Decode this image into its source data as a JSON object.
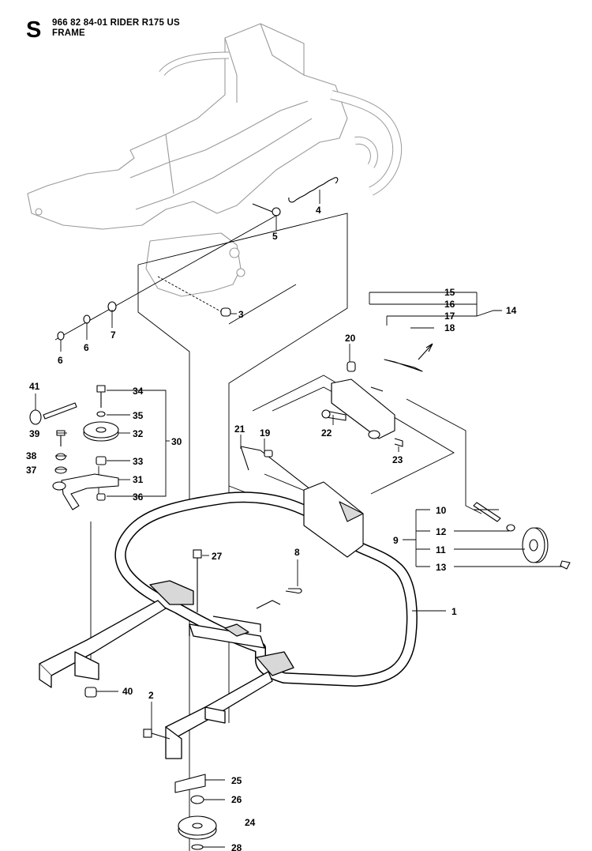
{
  "header": {
    "section_letter": "S",
    "line1": "966 82 84-01 RIDER R175 US",
    "line2": "FRAME"
  },
  "callouts": [
    {
      "id": "c1",
      "label": "1"
    },
    {
      "id": "c2",
      "label": "2"
    },
    {
      "id": "c3",
      "label": "3"
    },
    {
      "id": "c4",
      "label": "4"
    },
    {
      "id": "c5",
      "label": "5"
    },
    {
      "id": "c6a",
      "label": "6"
    },
    {
      "id": "c6b",
      "label": "6"
    },
    {
      "id": "c7",
      "label": "7"
    },
    {
      "id": "c8",
      "label": "8"
    },
    {
      "id": "c9",
      "label": "9"
    },
    {
      "id": "c10",
      "label": "10"
    },
    {
      "id": "c11",
      "label": "11"
    },
    {
      "id": "c12",
      "label": "12"
    },
    {
      "id": "c13",
      "label": "13"
    },
    {
      "id": "c14",
      "label": "14"
    },
    {
      "id": "c15",
      "label": "15"
    },
    {
      "id": "c16",
      "label": "16"
    },
    {
      "id": "c17",
      "label": "17"
    },
    {
      "id": "c18",
      "label": "18"
    },
    {
      "id": "c19",
      "label": "19"
    },
    {
      "id": "c20",
      "label": "20"
    },
    {
      "id": "c21",
      "label": "21"
    },
    {
      "id": "c22",
      "label": "22"
    },
    {
      "id": "c23",
      "label": "23"
    },
    {
      "id": "c24",
      "label": "24"
    },
    {
      "id": "c25",
      "label": "25"
    },
    {
      "id": "c26",
      "label": "26"
    },
    {
      "id": "c27",
      "label": "27"
    },
    {
      "id": "c28",
      "label": "28"
    },
    {
      "id": "c30",
      "label": "30"
    },
    {
      "id": "c31",
      "label": "31"
    },
    {
      "id": "c32",
      "label": "32"
    },
    {
      "id": "c33",
      "label": "33"
    },
    {
      "id": "c34",
      "label": "34"
    },
    {
      "id": "c35",
      "label": "35"
    },
    {
      "id": "c36",
      "label": "36"
    },
    {
      "id": "c37",
      "label": "37"
    },
    {
      "id": "c38",
      "label": "38"
    },
    {
      "id": "c39",
      "label": "39"
    },
    {
      "id": "c40",
      "label": "40"
    },
    {
      "id": "c41",
      "label": "41"
    }
  ],
  "colors": {
    "line": "#000000",
    "ghost": "#9a9a9a",
    "fill": "#ffffff",
    "shade": "#d8d8d8"
  }
}
